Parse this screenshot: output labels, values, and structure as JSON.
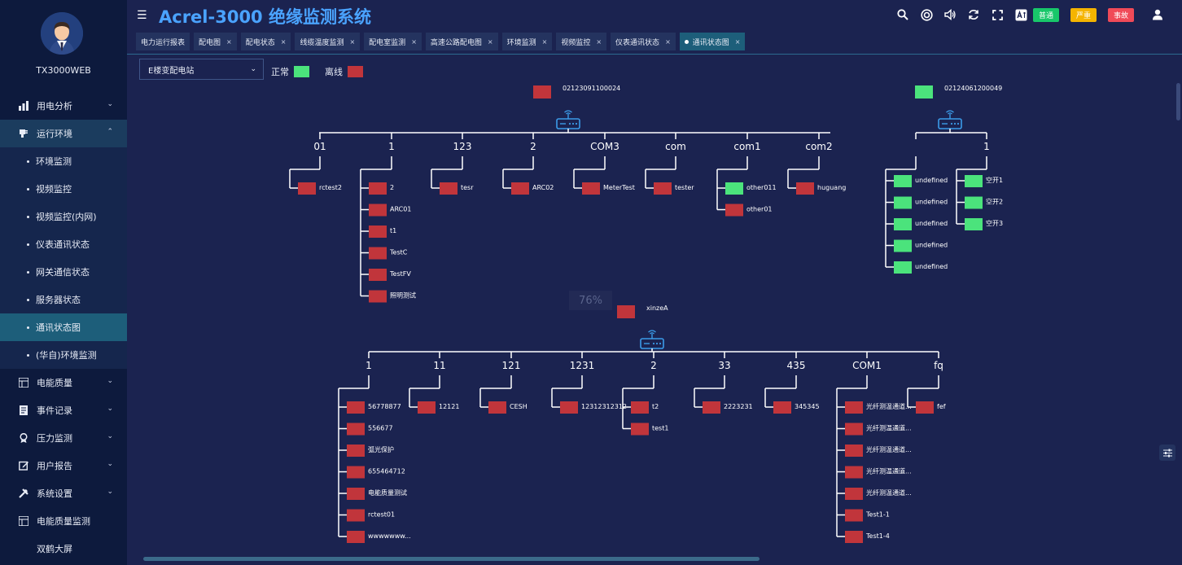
{
  "app": {
    "title": "Acrel-3000 绝缘监测系统",
    "user": "TX3000WEB"
  },
  "sidebar": {
    "items": [
      {
        "label": "用电分析",
        "icon": "bar-chart-icon"
      },
      {
        "label": "运行环境",
        "icon": "plug-icon",
        "open": true
      },
      {
        "label": "电能质量",
        "icon": "grid-icon"
      },
      {
        "label": "事件记录",
        "icon": "document-icon"
      },
      {
        "label": "压力监测",
        "icon": "award-icon"
      },
      {
        "label": "用户报告",
        "icon": "edit-icon"
      },
      {
        "label": "系统设置",
        "icon": "wrench-icon"
      },
      {
        "label": "电能质量监测",
        "icon": "grid-icon"
      },
      {
        "label": "双鹤大屏"
      }
    ],
    "subitems": [
      "环境监测",
      "视频监控",
      "视频监控(内网)",
      "仪表通讯状态",
      "网关通信状态",
      "服务器状态",
      "通讯状态图",
      "(华自)环境监测"
    ],
    "active_sub": "通讯状态图"
  },
  "header": {
    "badges": [
      {
        "label": "普通",
        "color": "#18c76a"
      },
      {
        "label": "严重",
        "color": "#f5b400"
      },
      {
        "label": "事故",
        "color": "#f04a58"
      }
    ]
  },
  "tabs": [
    "电力运行报表",
    "配电图",
    "配电状态",
    "线缆温度监测",
    "配电室监测",
    "高速公路配电图",
    "环境监测",
    "视频监控",
    "仪表通讯状态",
    "通讯状态图"
  ],
  "filter": {
    "station": "E楼变配电站"
  },
  "legend": {
    "normal": "正常",
    "normal_color": "#4be37c",
    "offline": "离线",
    "offline_color": "#c1353b"
  },
  "zoom": "76%",
  "topology": {
    "gateways": [
      {
        "id": "02123091100024",
        "status": "offline",
        "ports": [
          {
            "name": "01",
            "devices": [
              {
                "name": "rctest2",
                "status": "offline"
              }
            ]
          },
          {
            "name": "1",
            "devices": [
              {
                "name": "2",
                "status": "offline"
              },
              {
                "name": "ARC01",
                "status": "offline"
              },
              {
                "name": "t1",
                "status": "offline"
              },
              {
                "name": "TestC",
                "status": "offline"
              },
              {
                "name": "TestFV",
                "status": "offline"
              },
              {
                "name": "照明测试",
                "status": "offline"
              }
            ]
          },
          {
            "name": "123",
            "devices": [
              {
                "name": "tesr",
                "status": "offline"
              }
            ]
          },
          {
            "name": "2",
            "devices": [
              {
                "name": "ARC02",
                "status": "offline"
              }
            ]
          },
          {
            "name": "COM3",
            "devices": [
              {
                "name": "MeterTest",
                "status": "offline"
              }
            ]
          },
          {
            "name": "com",
            "devices": [
              {
                "name": "tester",
                "status": "offline"
              }
            ]
          },
          {
            "name": "com1",
            "devices": [
              {
                "name": "other011",
                "status": "normal"
              },
              {
                "name": "other01",
                "status": "offline"
              }
            ]
          },
          {
            "name": "com2",
            "devices": [
              {
                "name": "huguang",
                "status": "offline"
              }
            ]
          }
        ]
      },
      {
        "id": "02124061200049",
        "status": "normal",
        "ports": [
          {
            "name": "",
            "devices": [
              {
                "name": "undefined",
                "status": "normal"
              },
              {
                "name": "undefined",
                "status": "normal"
              },
              {
                "name": "undefined",
                "status": "normal"
              },
              {
                "name": "undefined",
                "status": "normal"
              },
              {
                "name": "undefined",
                "status": "normal"
              }
            ]
          },
          {
            "name": "1",
            "devices": [
              {
                "name": "空开1",
                "status": "normal"
              },
              {
                "name": "空开2",
                "status": "normal"
              },
              {
                "name": "空开3",
                "status": "normal"
              }
            ]
          }
        ]
      },
      {
        "id": "xinzeA",
        "status": "offline",
        "ports": [
          {
            "name": "1",
            "devices": [
              {
                "name": "56778877",
                "status": "offline"
              },
              {
                "name": "556677",
                "status": "offline"
              },
              {
                "name": "弧光保护",
                "status": "offline"
              },
              {
                "name": "655464712",
                "status": "offline"
              },
              {
                "name": "电能质量测试",
                "status": "offline"
              },
              {
                "name": "rctest01",
                "status": "offline"
              },
              {
                "name": "wwwwwww...",
                "status": "offline"
              }
            ]
          },
          {
            "name": "11",
            "devices": [
              {
                "name": "12121",
                "status": "offline"
              }
            ]
          },
          {
            "name": "121",
            "devices": [
              {
                "name": "CESH",
                "status": "offline"
              }
            ]
          },
          {
            "name": "1231",
            "devices": [
              {
                "name": "12312312312",
                "status": "offline"
              }
            ]
          },
          {
            "name": "2",
            "devices": [
              {
                "name": "t2",
                "status": "offline"
              },
              {
                "name": "test1",
                "status": "offline"
              }
            ]
          },
          {
            "name": "33",
            "devices": [
              {
                "name": "2223231",
                "status": "offline"
              }
            ]
          },
          {
            "name": "435",
            "devices": [
              {
                "name": "345345",
                "status": "offline"
              }
            ]
          },
          {
            "name": "COM1",
            "devices": [
              {
                "name": "光纤测温通道...",
                "status": "offline"
              },
              {
                "name": "光纤测温通道...",
                "status": "offline"
              },
              {
                "name": "光纤测温通道...",
                "status": "offline"
              },
              {
                "name": "光纤测温通道...",
                "status": "offline"
              },
              {
                "name": "光纤测温通道...",
                "status": "offline"
              },
              {
                "name": "Test1-1",
                "status": "offline"
              },
              {
                "name": "Test1-4",
                "status": "offline"
              }
            ]
          },
          {
            "name": "fq",
            "devices": [
              {
                "name": "fef",
                "status": "offline"
              }
            ]
          }
        ]
      }
    ]
  }
}
